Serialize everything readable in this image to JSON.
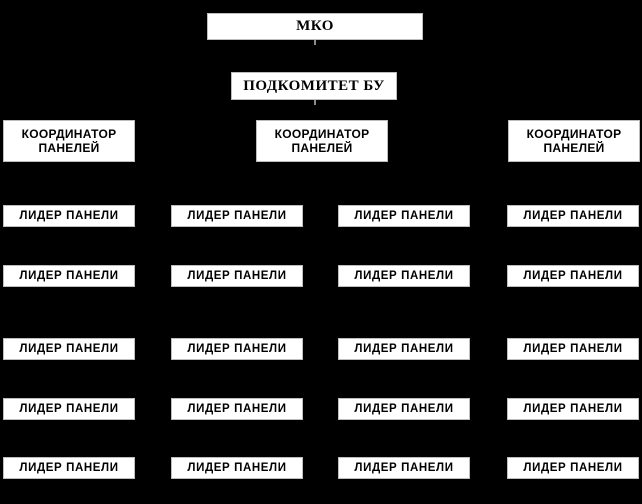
{
  "colors": {
    "background": "#000000",
    "box_fill": "#ffffff",
    "box_border": "#bdbdbd",
    "text": "#000000",
    "connector": "#8c8c8c"
  },
  "org_chart": {
    "root_label": "МКО",
    "subcommittee_label": "ПОДКОМИТЕТ БУ",
    "coordinator_line1": "КООРДИНАТОР",
    "coordinator_line2": "ПАНЕЛЕЙ",
    "coordinator_count": 3,
    "panel_leader_label": "ЛИДЕР ПАНЕЛИ",
    "panel_leader_rows": 5,
    "panel_leader_cols": 4
  }
}
